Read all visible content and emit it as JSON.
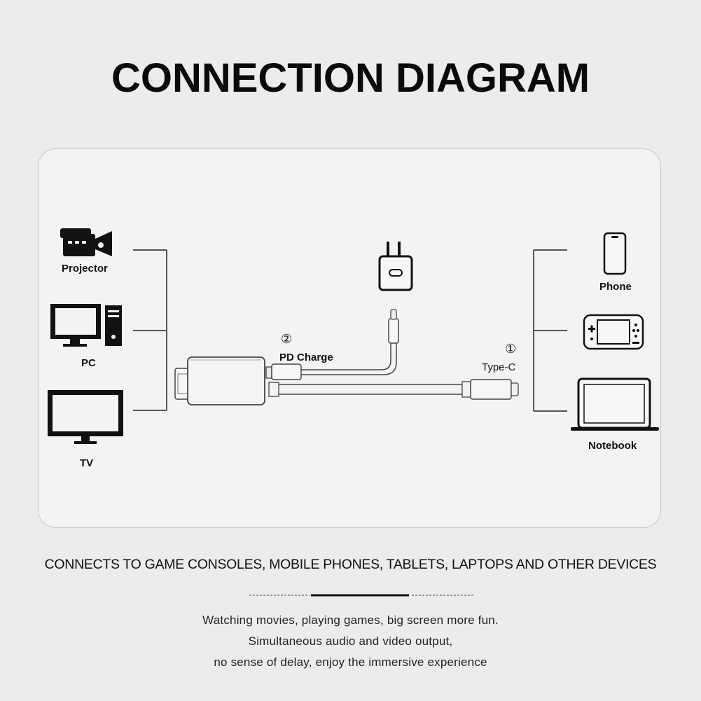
{
  "title": "CONNECTION DIAGRAM",
  "left_devices": [
    {
      "label": "Projector",
      "icon": "projector-icon"
    },
    {
      "label": "PC",
      "icon": "pc-icon"
    },
    {
      "label": "TV",
      "icon": "tv-icon"
    }
  ],
  "right_devices": [
    {
      "label": "Phone",
      "icon": "phone-icon"
    },
    {
      "label": "",
      "icon": "game-console-icon"
    },
    {
      "label": "Notebook",
      "icon": "notebook-icon"
    }
  ],
  "ports": {
    "pd_number": "②",
    "pd_label": "PD Charge",
    "typec_number": "①",
    "typec_label": "Type-C"
  },
  "tagline": "CONNECTS TO GAME CONSOLES, MOBILE PHONES, TABLETS, LAPTOPS AND OTHER DEVICES",
  "description": [
    "Watching movies, playing games, big screen more fun.",
    "Simultaneous audio and video output,",
    "no sense of delay, enjoy the immersive experience"
  ],
  "colors": {
    "background": "#ececec",
    "panel": "#f3f3f3",
    "ink": "#111111"
  }
}
